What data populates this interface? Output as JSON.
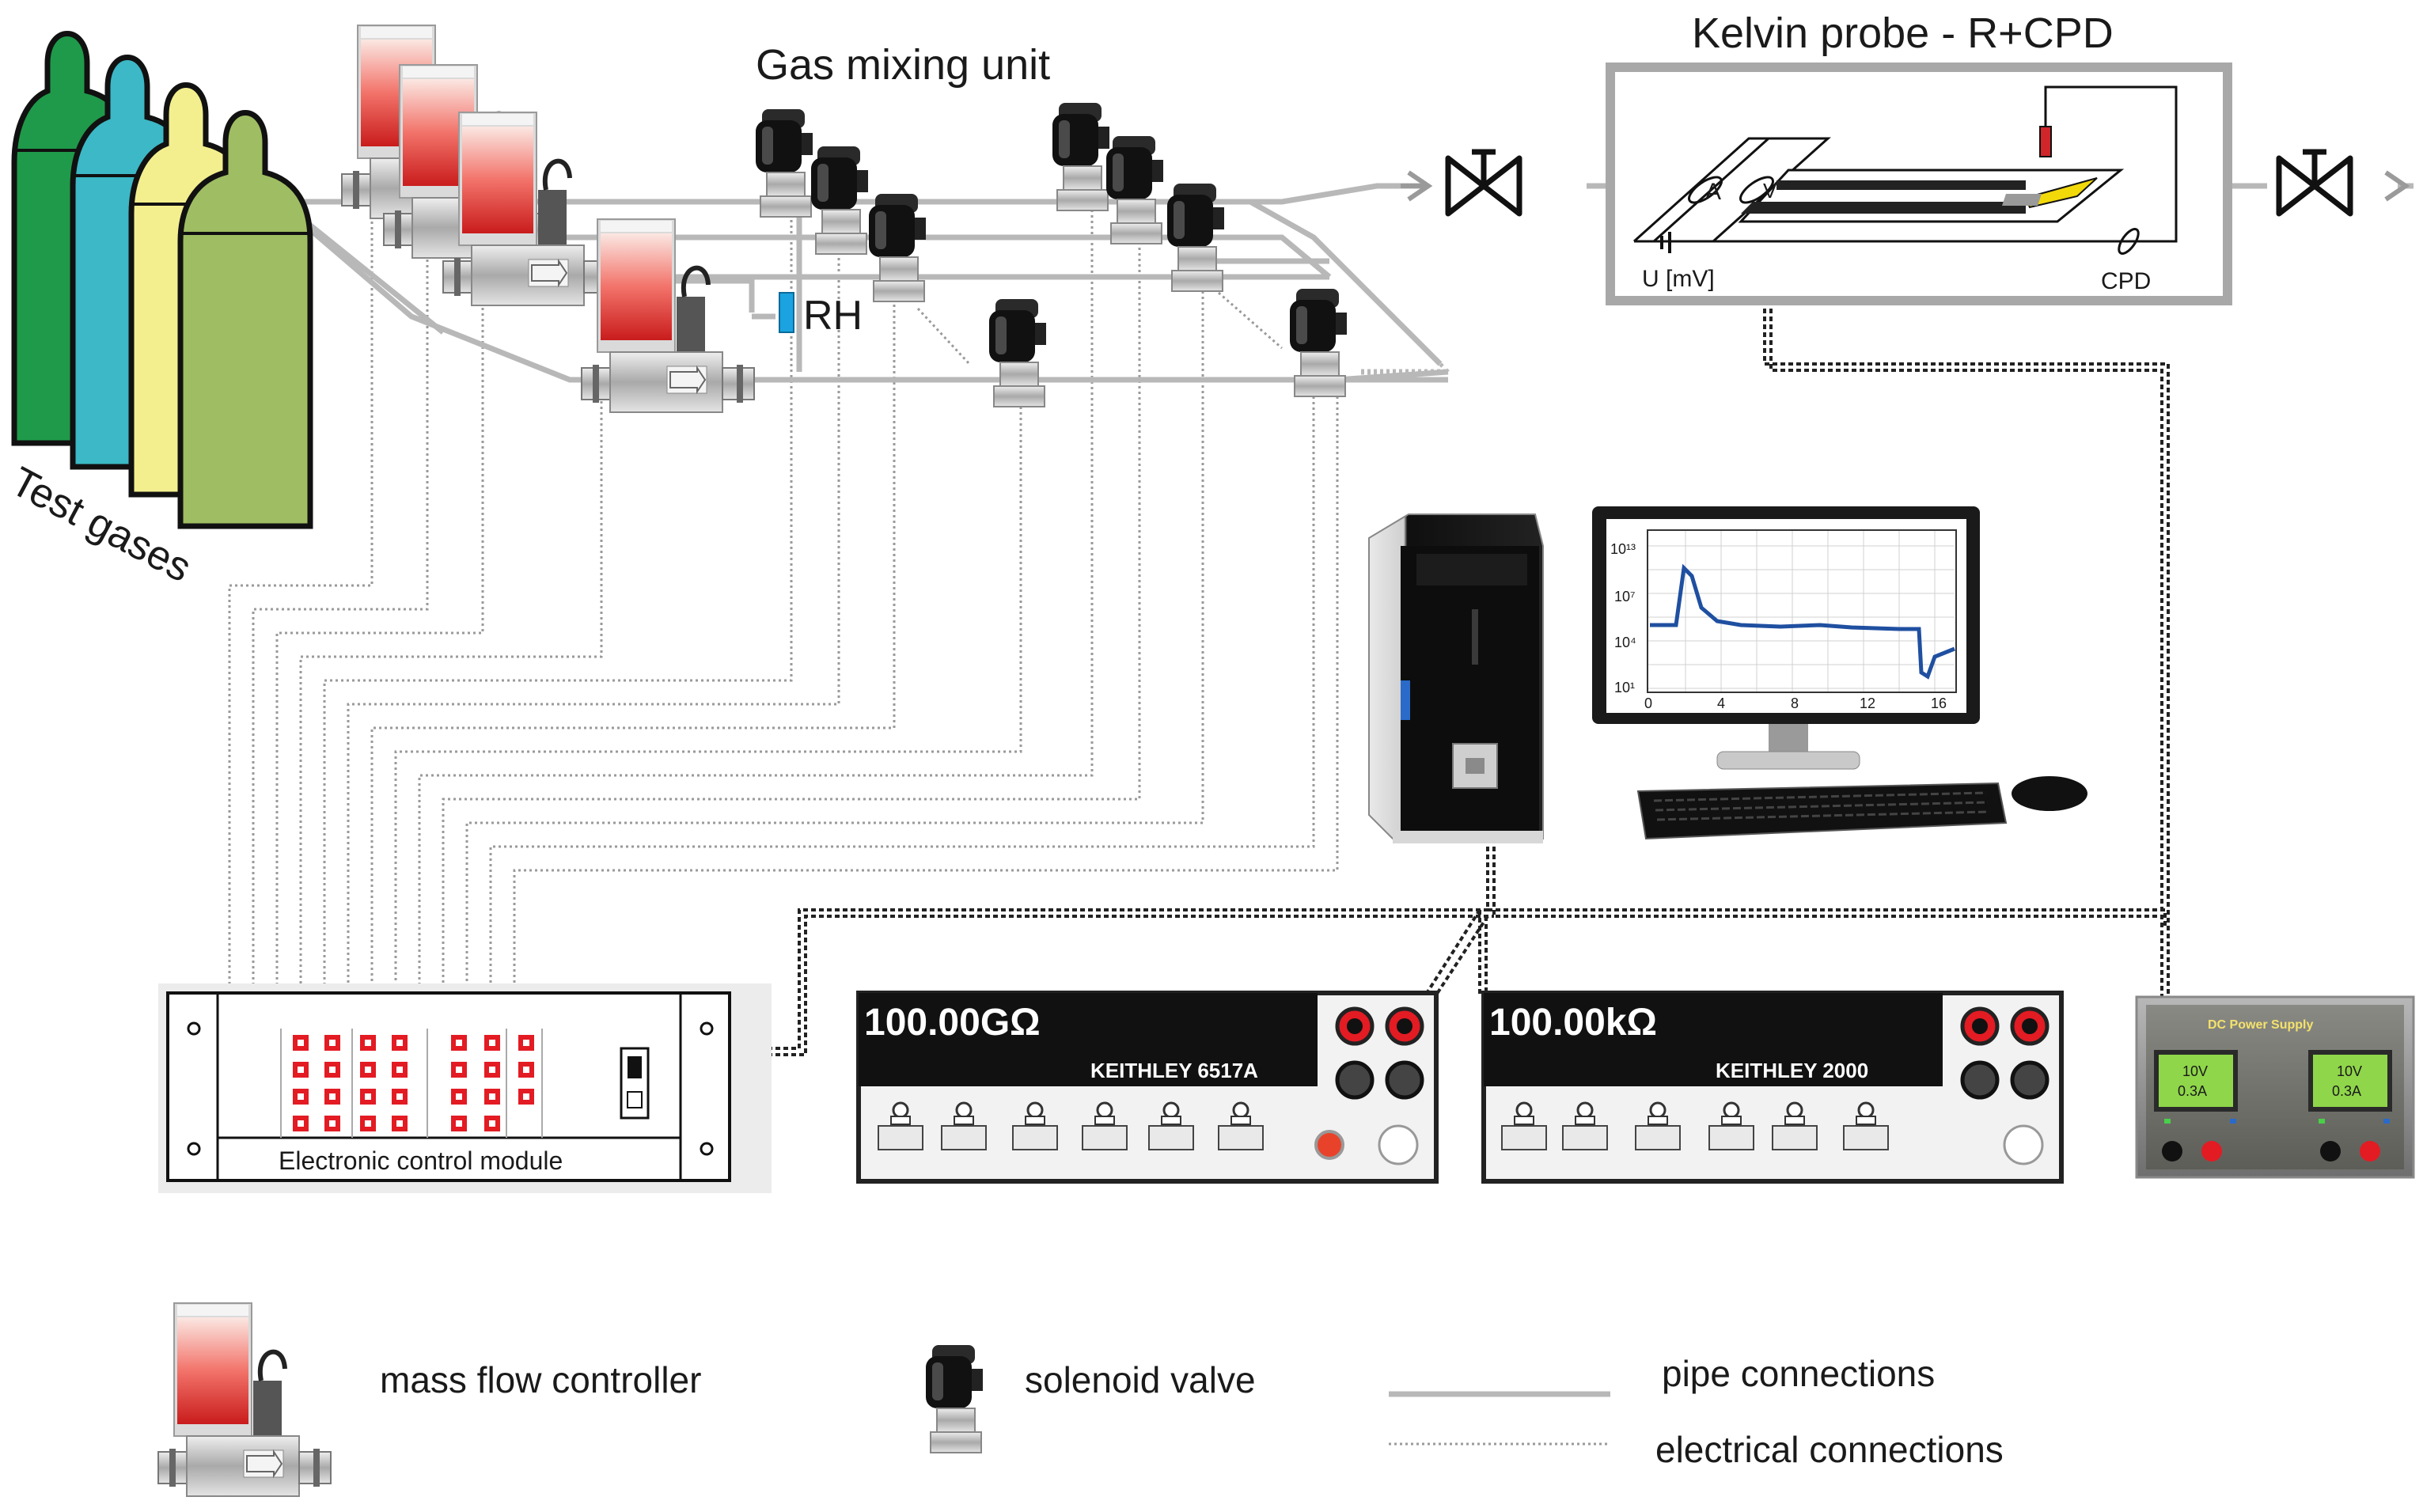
{
  "labels": {
    "test_gases": "Test gases",
    "gas_mixing_unit": "Gas mixing unit",
    "kelvin_probe": "Kelvin probe - R+CPD",
    "rh": "RH",
    "u_mv": "U [mV]",
    "cpd": "CPD",
    "a_symbol": "A",
    "v_symbol": "V",
    "ecm": "Electronic control module"
  },
  "instruments": {
    "electrometer": {
      "display": "100.00GΩ",
      "model": "KEITHLEY 6517A"
    },
    "multimeter": {
      "display": "100.00kΩ",
      "model": "KEITHLEY 2000"
    },
    "psu": {
      "title": "DC Power Supply",
      "left_display": [
        "10V",
        "0.3A"
      ],
      "right_display": [
        "10V",
        "0.3A"
      ]
    }
  },
  "monitor_plot": {
    "y_ticks": [
      "10¹³",
      "10⁷",
      "10⁴",
      "10¹"
    ],
    "x_ticks": [
      "0",
      "4",
      "8",
      "12",
      "16"
    ]
  },
  "legend": {
    "mfc": "mass flow controller",
    "valve": "solenoid valve",
    "pipe": "pipe connections",
    "electrical": "electrical connections"
  },
  "colors": {
    "cyl_green": "#1f9a4a",
    "cyl_teal": "#3cb8c6",
    "cyl_yellow": "#f3ef8e",
    "cyl_olive": "#9fbd62",
    "pipe": "#b8b8b8",
    "plot_line": "#1f4fa0",
    "sensor": "#f2d90a",
    "led_red": "#e31b23"
  }
}
